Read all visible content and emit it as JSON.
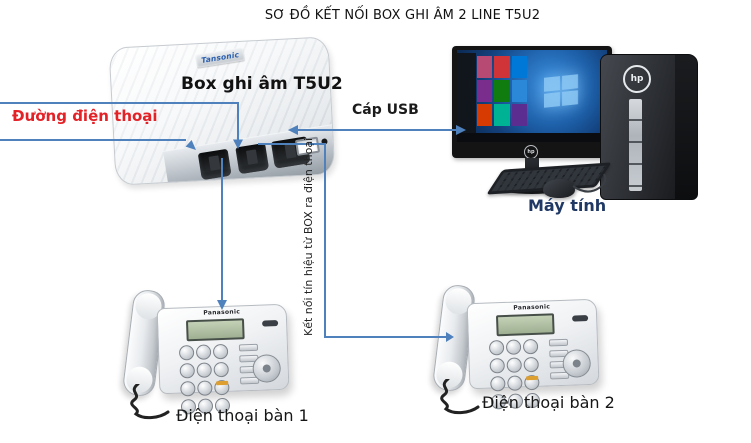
{
  "title": "SƠ ĐỒ KẾT NỐI BOX GHI ÂM 2 LINE T5U2",
  "recorder": {
    "brand": "Tansonic",
    "label": "Box ghi âm T5U2"
  },
  "connections": {
    "phone_line": "Đường điện thoại",
    "usb": "Cáp USB",
    "box_to_phones": "Kết nối tín hiệu từ BOX ra điện thoại"
  },
  "computer": {
    "label": "Máy tính",
    "brand": "hp"
  },
  "phones": [
    {
      "brand": "Panasonic",
      "label": "Điện thoại bàn 1"
    },
    {
      "brand": "Panasonic",
      "label": "Điện thoại bàn 2"
    }
  ],
  "colors": {
    "connector_blue": "#4f81bd",
    "phone_line_red": "#e32228",
    "computer_label_navy": "#1f3864"
  }
}
